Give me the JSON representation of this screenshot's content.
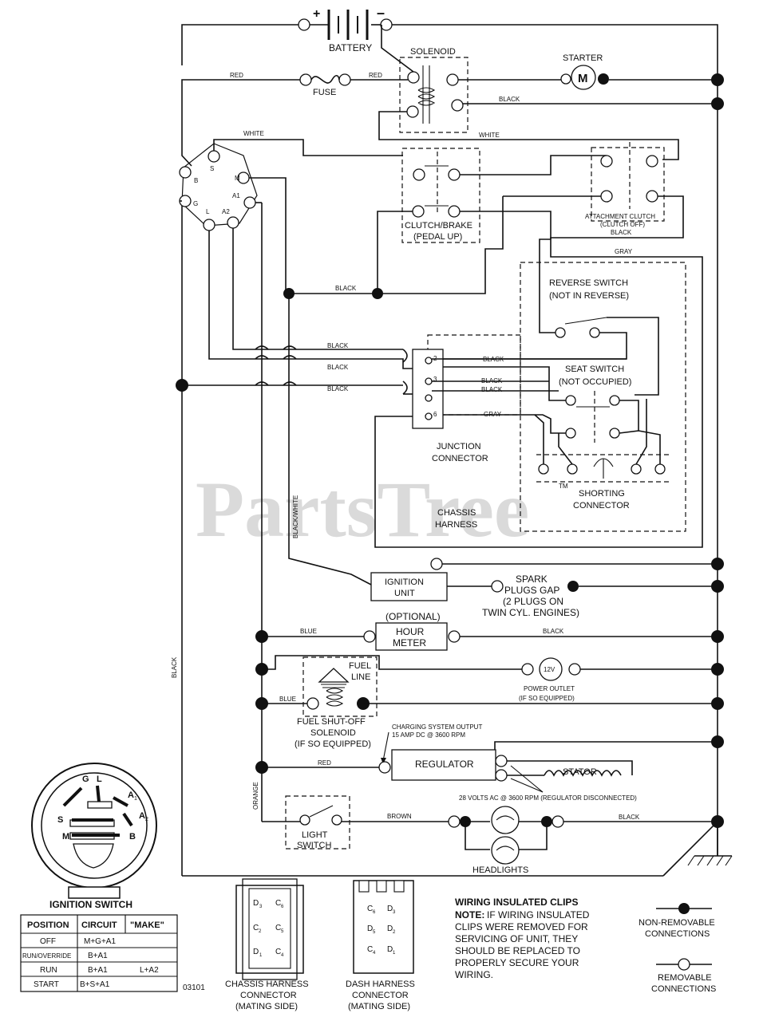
{
  "labels": {
    "battery": "BATTERY",
    "solenoid": "SOLENOID",
    "starter": "STARTER",
    "fuse": "FUSE",
    "clutch_brake": "CLUTCH/BRAKE",
    "pedal_up": "(PEDAL UP)",
    "attachment_clutch": "ATTACHMENT CLUTCH",
    "clutch_off": "(CLUTCH OFF)",
    "reverse_switch": "REVERSE SWITCH",
    "not_in_reverse": "(NOT IN REVERSE)",
    "seat_switch": "SEAT SWITCH",
    "not_occupied": "(NOT OCCUPIED)",
    "junction": "JUNCTION",
    "connector": "CONNECTOR",
    "shorting": "SHORTING",
    "shorting_connector": "CONNECTOR",
    "chassis": "CHASSIS",
    "harness": "HARNESS",
    "ignition_unit_1": "IGNITION",
    "ignition_unit_2": "UNIT",
    "spark_1": "SPARK",
    "spark_2": "PLUGS GAP",
    "spark_3": "(2 PLUGS ON",
    "spark_4": "TWIN CYL. ENGINES)",
    "optional": "(OPTIONAL)",
    "hour_1": "HOUR",
    "hour_2": "METER",
    "fuel_line_1": "FUEL",
    "fuel_line_2": "LINE",
    "outlet_volt": "12V",
    "power_outlet": "POWER OUTLET",
    "if_so_equipped": "(IF SO EQUIPPED)",
    "fuel_sol_1": "FUEL SHUT-OFF",
    "fuel_sol_2": "SOLENOID",
    "fuel_sol_3": "(IF SO EQUIPPED)",
    "charging_1": "CHARGING SYSTEM OUTPUT",
    "charging_2": "15 AMP DC @ 3600 RPM",
    "regulator": "REGULATOR",
    "stator": "STATOR",
    "volts_ac": "28 VOLTS AC @ 3600 RPM (REGULATOR DISCONNECTED)",
    "light_1": "LIGHT",
    "light_2": "SWITCH",
    "headlights": "HEADLIGHTS",
    "ignition_switch": "IGNITION SWITCH",
    "code": "03101",
    "chassis_conn_1": "CHASSIS HARNESS",
    "chassis_conn_2": "CONNECTOR",
    "chassis_conn_3": "(MATING SIDE)",
    "dash_conn_1": "DASH HARNESS",
    "dash_conn_2": "CONNECTOR",
    "dash_conn_3": "(MATING SIDE)",
    "clips_title": "WIRING INSULATED CLIPS",
    "clips_note": "NOTE:",
    "clips_1": "IF WIRING INSULATED",
    "clips_2": "CLIPS WERE REMOVED FOR",
    "clips_3": "SERVICING OF UNIT, THEY",
    "clips_4": "SHOULD BE REPLACED TO",
    "clips_5": "PROPERLY SECURE YOUR",
    "clips_6": "WIRING.",
    "nonrem_1": "NON-REMOVABLE",
    "nonrem_2": "CONNECTIONS",
    "rem_1": "REMOVABLE",
    "rem_2": "CONNECTIONS",
    "watermark": "PartsTree",
    "tm": "TM"
  },
  "wires": {
    "red": "RED",
    "black": "BLACK",
    "white": "WHITE",
    "gray": "GRAY",
    "blue": "BLUE",
    "brown": "BROWN",
    "orange": "ORANGE",
    "black_white": "BLACK/WHITE"
  },
  "ign_terminals": {
    "b": "B",
    "s": "S",
    "m": "M",
    "a1": "A1",
    "a2": "A2",
    "g": "G",
    "l": "L"
  },
  "junction_pins": {
    "p2": "2",
    "p3": "3",
    "p6": "6"
  },
  "switch_face": {
    "g": "G",
    "l": "L",
    "a1": "A",
    "a1s": "1",
    "a2": "A",
    "a2s": "2",
    "s": "S",
    "m": "M",
    "b": "B"
  },
  "chassis_pins": {
    "d3": "D",
    "d3s": "3",
    "c6": "C",
    "c6s": "6",
    "c2": "C",
    "c2s": "2",
    "c5": "C",
    "c5s": "5",
    "d1": "D",
    "d1s": "1",
    "c4": "C",
    "c4s": "4"
  },
  "dash_pins": {
    "c6": "C",
    "c6s": "6",
    "d3": "D",
    "d3s": "3",
    "d5": "D",
    "d5s": "5",
    "d2": "D",
    "d2s": "2",
    "c4": "C",
    "c4s": "4",
    "d1": "D",
    "d1s": "1"
  },
  "table": {
    "headers": [
      "POSITION",
      "CIRCUIT",
      "\"MAKE\""
    ],
    "rows": [
      [
        "OFF",
        "M+G+A1",
        ""
      ],
      [
        "RUN/OVERRIDE",
        "B+A1",
        ""
      ],
      [
        "RUN",
        "B+A1",
        "L+A2"
      ],
      [
        "START",
        "B+S+A1",
        ""
      ]
    ]
  }
}
